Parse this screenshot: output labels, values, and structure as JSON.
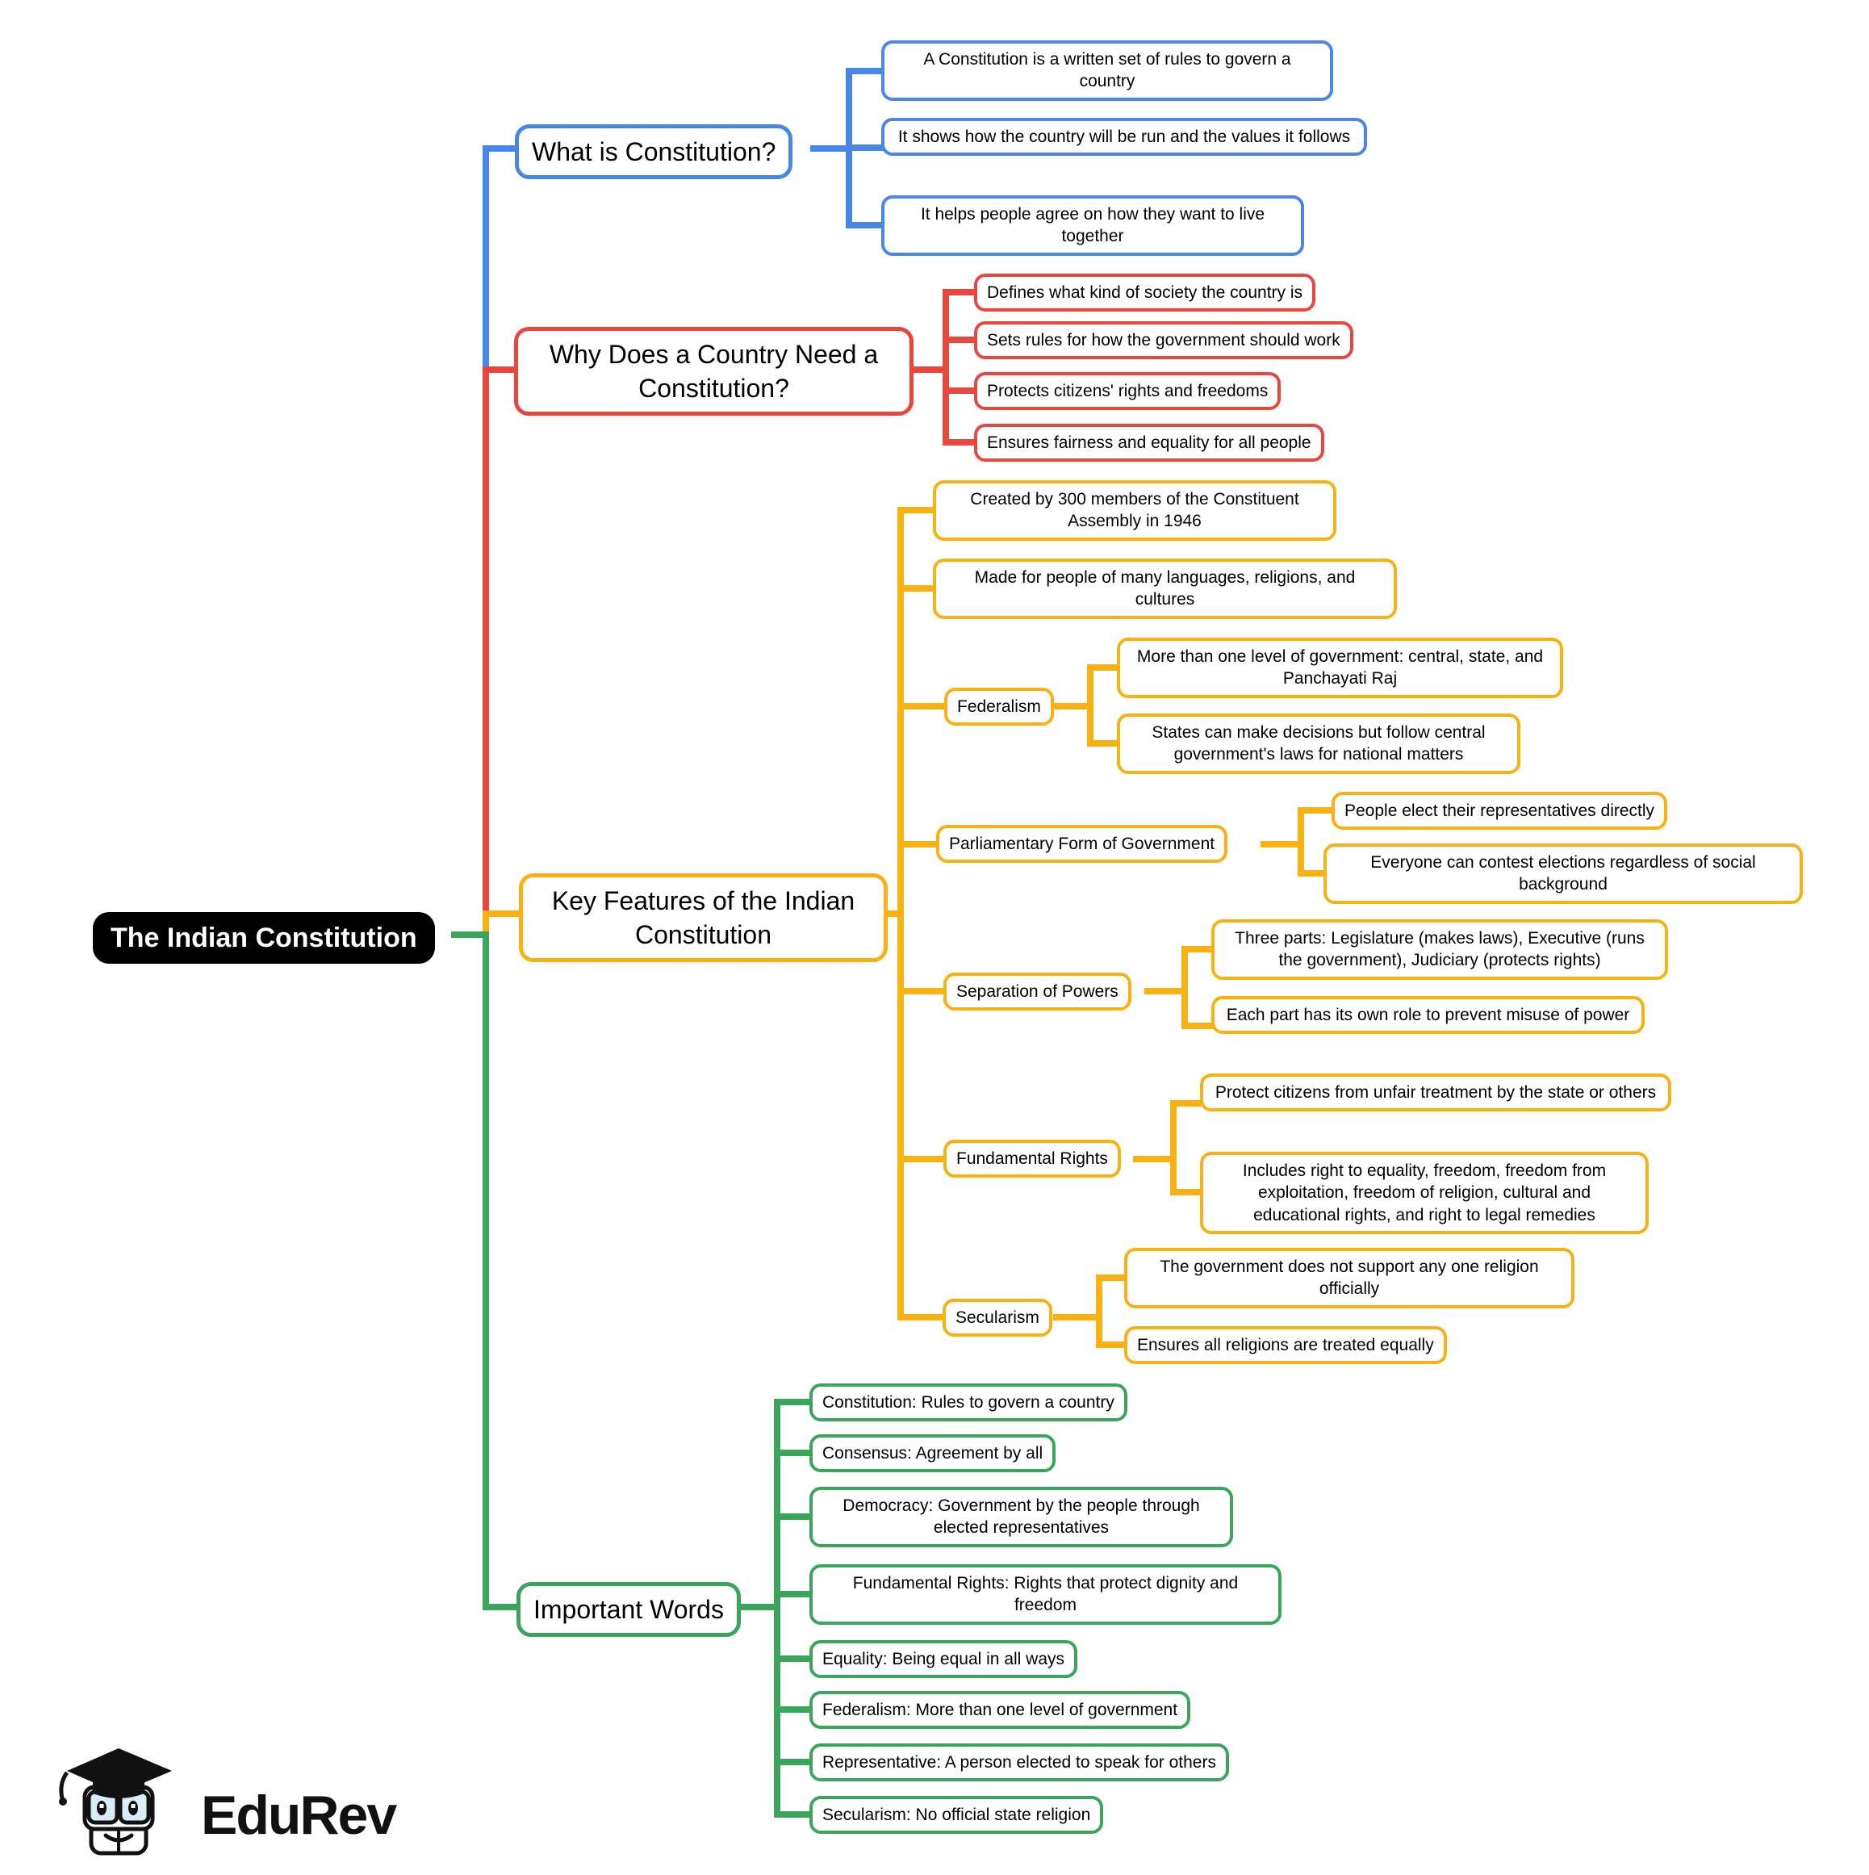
{
  "root": {
    "label": "The Indian Constitution"
  },
  "colors": {
    "blue": "#4A86E8",
    "red": "#E8473F",
    "yellow": "#F9B013",
    "green": "#3BA55C",
    "root_bg": "#000000",
    "root_text": "#FFFFFF"
  },
  "branches": [
    {
      "label": "What is Constitution?",
      "color": "#4A86E8",
      "children": [
        {
          "label": "A Constitution is a written set of rules to govern a country"
        },
        {
          "label": "It shows how the country will be run and the values it follows"
        },
        {
          "label": "It helps people agree on how they want to live together"
        }
      ]
    },
    {
      "label": "Why Does a Country Need a Constitution?",
      "color": "#E8473F",
      "children": [
        {
          "label": "Defines what kind of society the country is"
        },
        {
          "label": "Sets rules for how the government should work"
        },
        {
          "label": "Protects citizens' rights and freedoms"
        },
        {
          "label": "Ensures fairness and equality for all people"
        }
      ]
    },
    {
      "label": "Key Features of the Indian Constitution",
      "color": "#F9B013",
      "children": [
        {
          "label": "Created by 300 members of the Constituent Assembly in 1946"
        },
        {
          "label": "Made for people of many languages, religions, and cultures"
        },
        {
          "label": "Federalism",
          "children": [
            {
              "label": "More than one level of government: central, state, and Panchayati Raj"
            },
            {
              "label": "States can make decisions but follow central government's laws for national matters"
            }
          ]
        },
        {
          "label": "Parliamentary Form of Government",
          "children": [
            {
              "label": "People elect their representatives directly"
            },
            {
              "label": "Everyone can contest elections regardless of social background"
            }
          ]
        },
        {
          "label": "Separation of Powers",
          "children": [
            {
              "label": "Three parts: Legislature (makes laws), Executive (runs the government), Judiciary (protects rights)"
            },
            {
              "label": "Each part has its own role to prevent misuse of power"
            }
          ]
        },
        {
          "label": "Fundamental Rights",
          "children": [
            {
              "label": "Protect citizens from unfair treatment by the state or others"
            },
            {
              "label": "Includes right to equality, freedom, freedom from exploitation, freedom of religion, cultural and educational rights, and right to legal remedies"
            }
          ]
        },
        {
          "label": "Secularism",
          "children": [
            {
              "label": "The government does not support any one religion officially"
            },
            {
              "label": "Ensures all religions are treated equally"
            }
          ]
        }
      ]
    },
    {
      "label": "Important Words",
      "color": "#3BA55C",
      "children": [
        {
          "label": "Constitution: Rules to govern a country"
        },
        {
          "label": "Consensus: Agreement by all"
        },
        {
          "label": "Democracy: Government by the people through elected representatives"
        },
        {
          "label": "Fundamental Rights: Rights that protect dignity and freedom"
        },
        {
          "label": "Equality: Being equal in all ways"
        },
        {
          "label": "Federalism: More than one level of government"
        },
        {
          "label": "Representative: A person elected to speak for others"
        },
        {
          "label": "Secularism: No official state religion"
        }
      ]
    }
  ],
  "logo": {
    "brand": "EduRev"
  }
}
